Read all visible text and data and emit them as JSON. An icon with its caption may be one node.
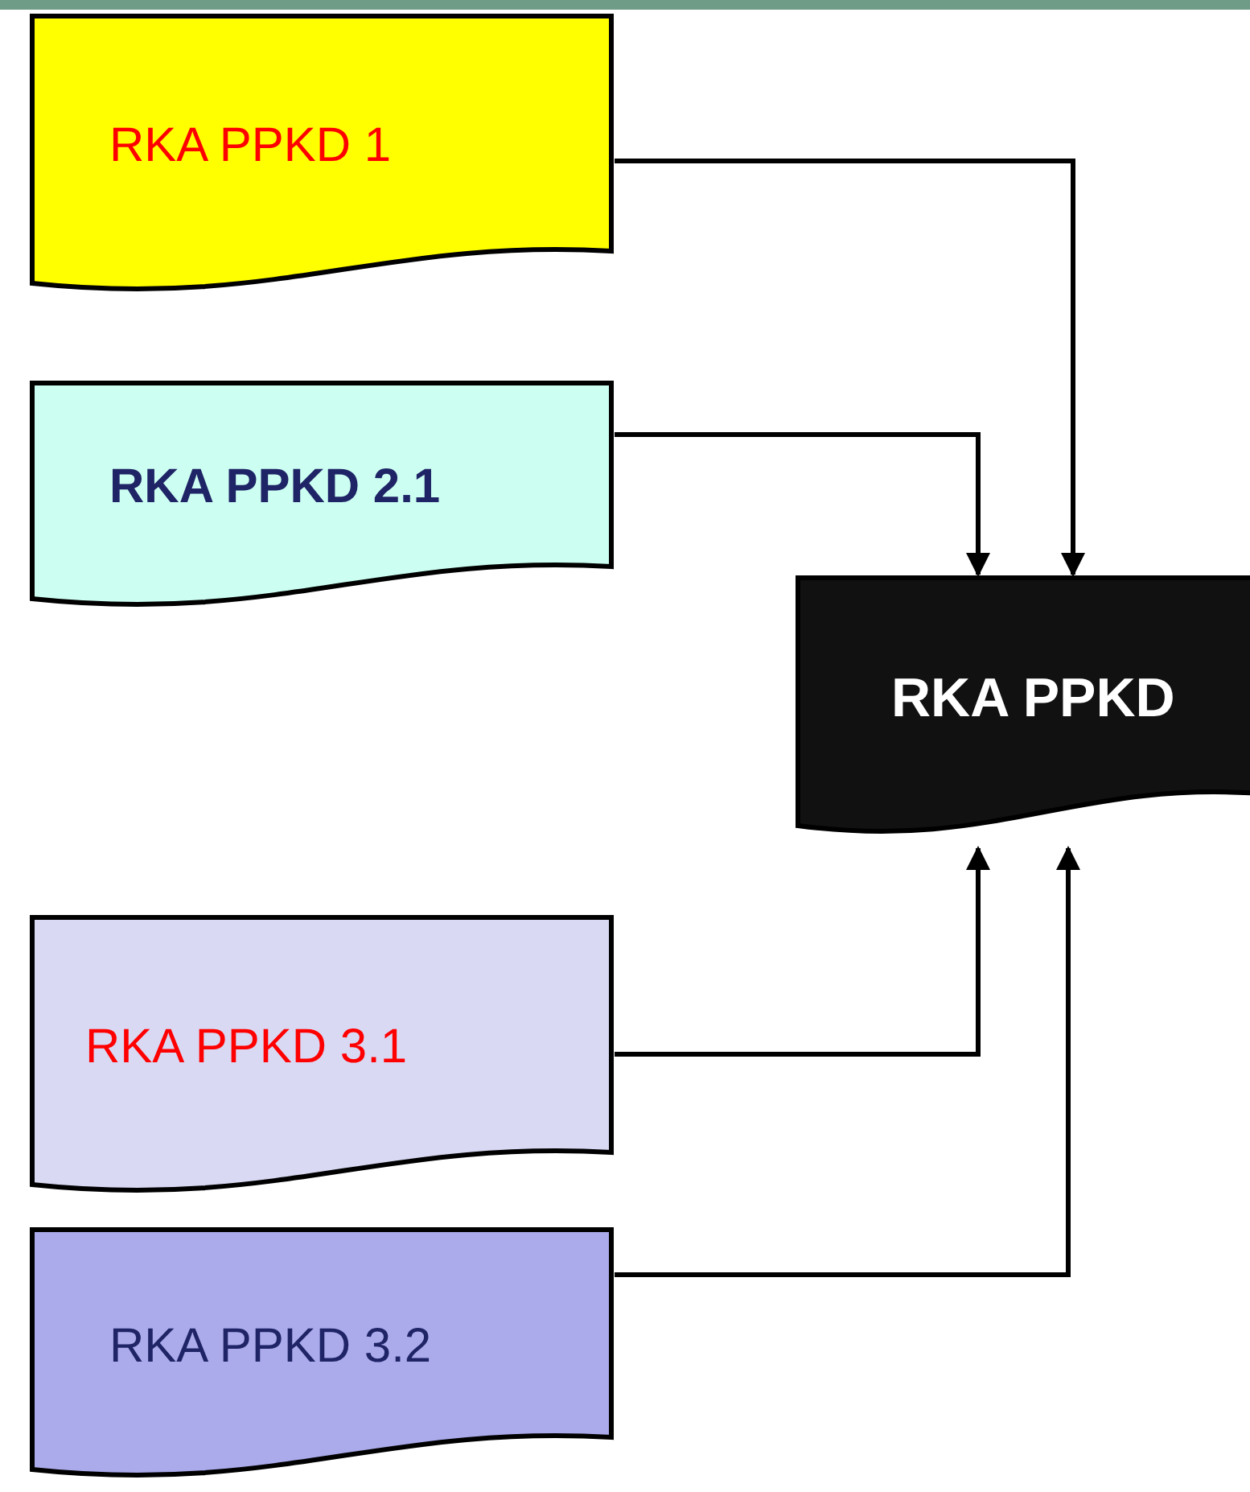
{
  "diagram": {
    "nodes": [
      {
        "text": [
          "RKA PPKD 1"
        ]
      },
      {
        "text": [
          "RKA PPKD 2.1"
        ]
      },
      {
        "text": [
          "RKA PPKD"
        ]
      },
      {
        "text": [
          "RKA PPKD 3.1"
        ]
      },
      {
        "text": [
          "RKA PPKD 3.2"
        ]
      }
    ],
    "edges": [
      {
        "from": 0,
        "to": 2,
        "arrow": "to"
      },
      {
        "from": 1,
        "to": 2,
        "arrow": "to"
      },
      {
        "from": 3,
        "to": 2,
        "arrow": "to"
      },
      {
        "from": 4,
        "to": 2,
        "arrow": "to"
      }
    ]
  }
}
